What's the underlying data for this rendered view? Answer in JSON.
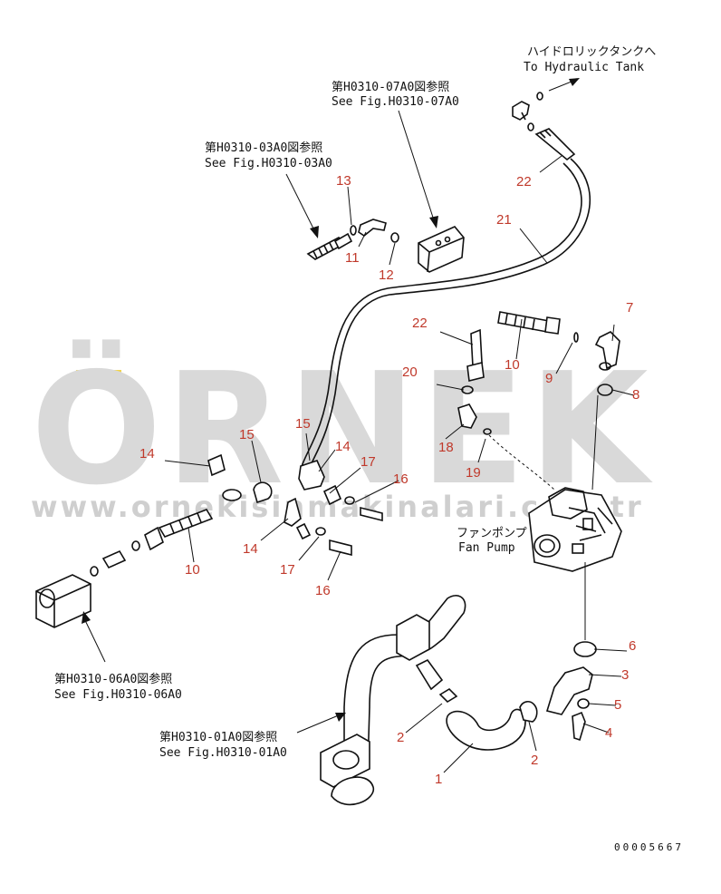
{
  "watermark": {
    "brand": "ÖRNEK",
    "url": "www.ornekisinmakinalari.com.tr"
  },
  "references": {
    "fig_07a0_jp": "第H0310-07A0図参照",
    "fig_07a0_en": "See Fig.H0310-07A0",
    "fig_03a0_jp": "第H0310-03A0図参照",
    "fig_03a0_en": "See Fig.H0310-03A0",
    "fig_06a0_jp": "第H0310-06A0図参照",
    "fig_06a0_en": "See Fig.H0310-06A0",
    "fig_01a0_jp": "第H0310-01A0図参照",
    "fig_01a0_en": "See Fig.H0310-01A0",
    "tank_jp": "ハイドロリックタンクへ",
    "tank_en": "To Hydraulic Tank",
    "pump_jp": "ファンポンプ",
    "pump_en": "Fan Pump"
  },
  "callouts": [
    "22",
    "21",
    "13",
    "11",
    "12",
    "22",
    "10",
    "7",
    "20",
    "9",
    "8",
    "15",
    "15",
    "14",
    "14",
    "17",
    "16",
    "18",
    "19",
    "14",
    "10",
    "17",
    "16",
    "6",
    "3",
    "5",
    "4",
    "2",
    "2",
    "1"
  ],
  "drawing_id": "00005667",
  "colors": {
    "callout": "#c0392b",
    "line": "#111111",
    "watermark": "#d9d9d9"
  }
}
